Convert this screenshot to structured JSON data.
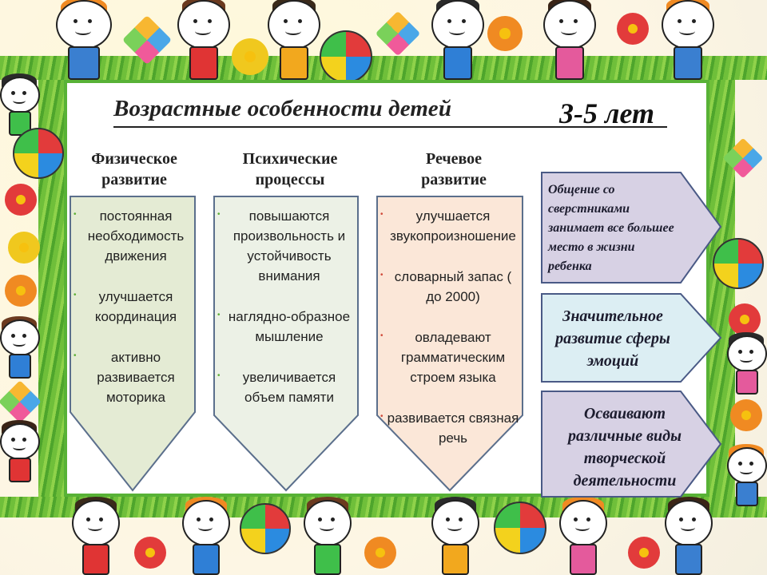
{
  "title": {
    "main": "Возрастные особенности детей",
    "age": "3-5 лет"
  },
  "columns": [
    {
      "heading_line1": "Физическое",
      "heading_line2": "развитие",
      "fill": "#e4ebd4",
      "stroke": "#5b6f8c",
      "items": [
        "постоянная необходимость движения",
        "улучшается координация",
        "активно развивается моторика"
      ]
    },
    {
      "heading_line1": "Психические",
      "heading_line2": "процессы",
      "fill": "#ecf1e6",
      "stroke": "#5b6f8c",
      "items": [
        "повышаются произвольность и устойчивость внимания",
        "наглядно-образное мышление",
        "увеличивается объем памяти"
      ]
    },
    {
      "heading_line1": "Речевое",
      "heading_line2": "развитие",
      "fill": "#fbe7d8",
      "stroke": "#5b6f8c",
      "items": [
        "улучшается звукопроизношение",
        "словарный запас ( до 2000)",
        "овладевают грамматическим строем языка",
        "развивается связная речь"
      ]
    }
  ],
  "side_boxes": [
    {
      "text": "Общение со сверстниками занимает все большее место в жизни ребенка",
      "fill": "#d7d1e4"
    },
    {
      "text": "Значительное развитие сферы эмоций",
      "fill": "#dceef3"
    },
    {
      "text": "Осваивают различные виды творческой деятельности",
      "fill": "#d7d1e4"
    }
  ],
  "colors": {
    "panel_border": "#58b236",
    "arrow_stroke": "#5b6f8c",
    "side_stroke": "#4a5a86"
  }
}
